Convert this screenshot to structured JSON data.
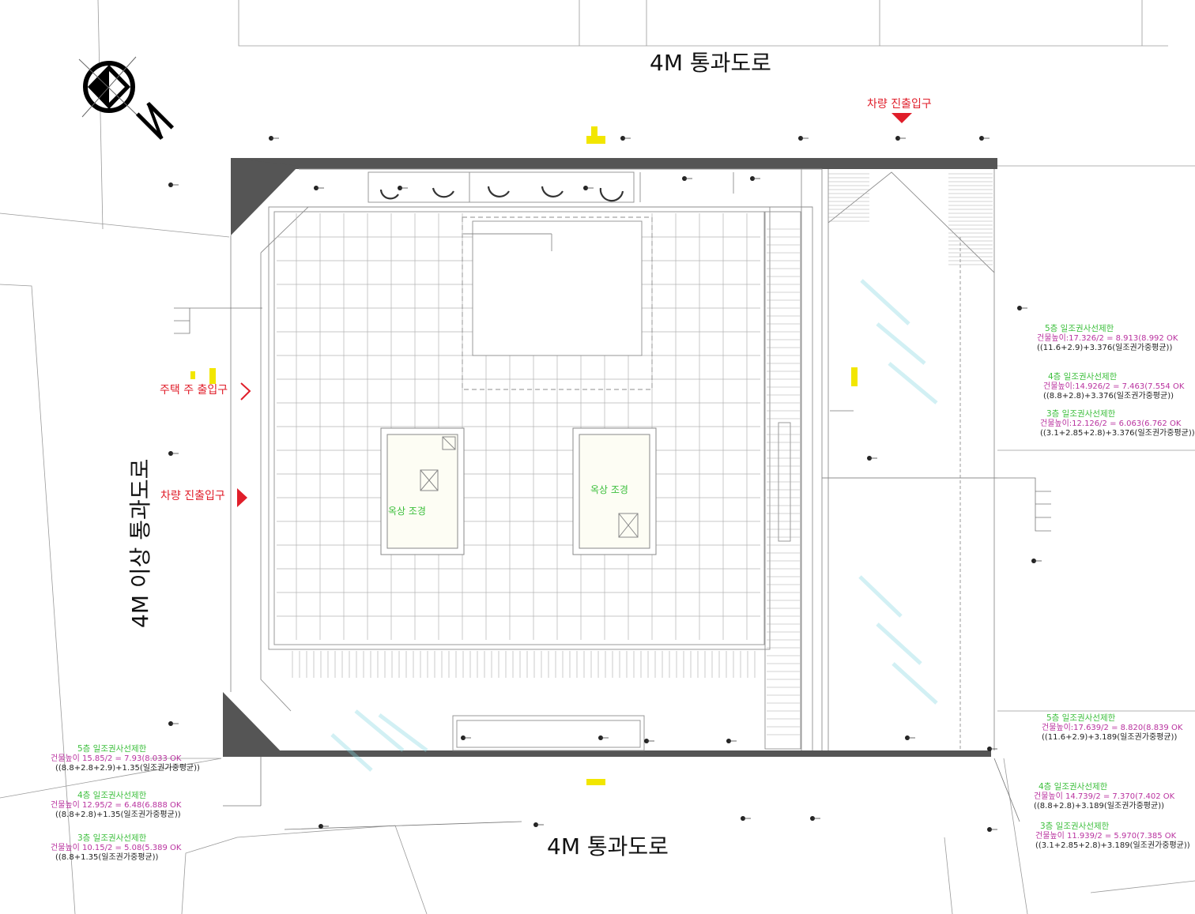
{
  "roads": {
    "top": "4M 통과도로",
    "bottom": "4M 통과도로",
    "left": "4M 이상 통과도로"
  },
  "entrances": {
    "vehicle_top": "차량 진출입구",
    "vehicle_left": "차량 진출입구",
    "resident": "주택 주 출입구"
  },
  "landscape": {
    "left": "옥상 조경",
    "right": "옥상 조경"
  },
  "floor_notes": {
    "right_upper": [
      {
        "floor": "5층 일조권사선제한",
        "formula": "건물높이:17.326/2 = 8.913(8.992 OK",
        "detail": "((11.6+2.9)+3.376(일조권가중평균))"
      },
      {
        "floor": "4층 일조권사선제한",
        "formula": "건물높이:14.926/2 = 7.463(7.554 OK",
        "detail": "((8.8+2.8)+3.376(일조권가중평균))"
      },
      {
        "floor": "3층 일조권사선제한",
        "formula": "건물높이:12.126/2 = 6.063(6.762 OK",
        "detail": "((3.1+2.85+2.8)+3.376(일조권가중평균))"
      }
    ],
    "right_lower": [
      {
        "floor": "5층 일조권사선제한",
        "formula": "건물높이:17.639/2 = 8.820(8.839 OK",
        "detail": "((11.6+2.9)+3.189(일조권가중평균))"
      },
      {
        "floor": "4층 일조권사선제한",
        "formula": "건물높이 14.739/2 = 7.370(7.402 OK",
        "detail": "((8.8+2.8)+3.189(일조권가중평균))"
      },
      {
        "floor": "3층 일조권사선제한",
        "formula": "건물높이 11.939/2 = 5.970(7.385 OK",
        "detail": "((3.1+2.85+2.8)+3.189(일조권가중평균))"
      }
    ],
    "left_lower": [
      {
        "floor": "5층 일조권사선제한",
        "formula": "건물높이 15.85/2 = 7.93(8.033 OK",
        "detail": "((8.8+2.8+2.9)+1.35(일조권가중평균))"
      },
      {
        "floor": "4층 일조권사선제한",
        "formula": "건물높이 12.95/2 = 6.48(6.888 OK",
        "detail": "((8.8+2.8)+1.35(일조권가중평균))"
      },
      {
        "floor": "3층 일조권사선제한",
        "formula": "건물높이 10.15/2 = 5.08(5.389 OK",
        "detail": "((8.8+1.35(일조권가중평균))"
      }
    ]
  },
  "colors": {
    "line": "#8e8e8e",
    "grid": "#b4b4b4",
    "wall": "#555555",
    "red": "#e01e2a",
    "green": "#3cbf3c",
    "magenta": "#b9329f",
    "cyan": "#33c9c9",
    "yellow": "#f2e600"
  },
  "icons": {
    "north_arrow": "north-arrow-icon",
    "entrance_marker": "triangle-marker-icon"
  }
}
